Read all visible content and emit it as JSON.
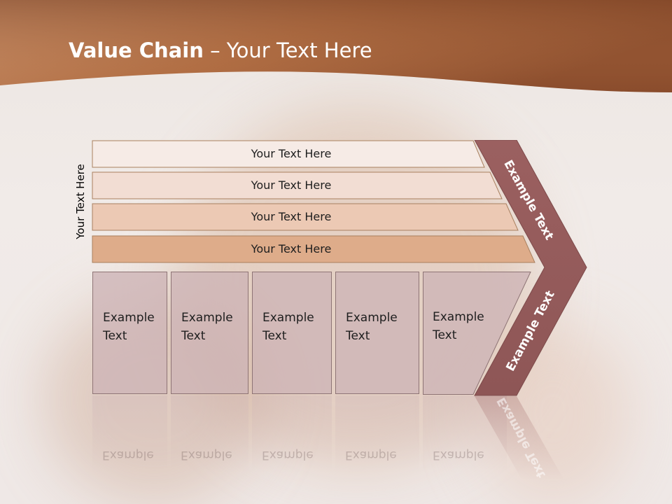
{
  "slide": {
    "title_bold": "Value Chain",
    "title_rest": " – Your Text Here"
  },
  "side_label": "Your Text Here",
  "support_bars": [
    {
      "label": "Your Text Here",
      "color": "#f6ebe6"
    },
    {
      "label": "Your Text Here",
      "color": "#f2ddd3"
    },
    {
      "label": "Your Text Here",
      "color": "#ecc9b4"
    },
    {
      "label": "Your Text Here",
      "color": "#deac8a"
    }
  ],
  "primary_boxes": [
    {
      "line1": "Example",
      "line2": "Text"
    },
    {
      "line1": "Example",
      "line2": "Text"
    },
    {
      "line1": "Example",
      "line2": "Text"
    },
    {
      "line1": "Example",
      "line2": "Text"
    },
    {
      "line1": "Example",
      "line2": "Text"
    }
  ],
  "margin_arrow": {
    "upper_label": "Example Text",
    "lower_label": "Example Text",
    "color": "#9a5f5f"
  },
  "colors": {
    "header_dark": "#8a5230",
    "header_light": "#d9a27c",
    "bar_stroke": "#a9805f"
  }
}
